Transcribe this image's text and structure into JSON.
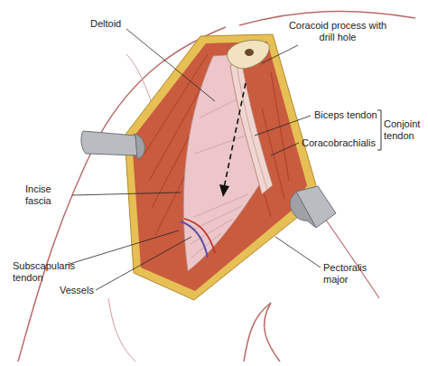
{
  "diagram": {
    "labels": [
      "Deltoid",
      "Coracoid process with drill hole",
      "Biceps tendon",
      "Coracobrachialis",
      "Conjoint tendon",
      "Incise fascia",
      "Subscapularis tendon",
      "Vessels",
      "Pectoralis major"
    ]
  }
}
